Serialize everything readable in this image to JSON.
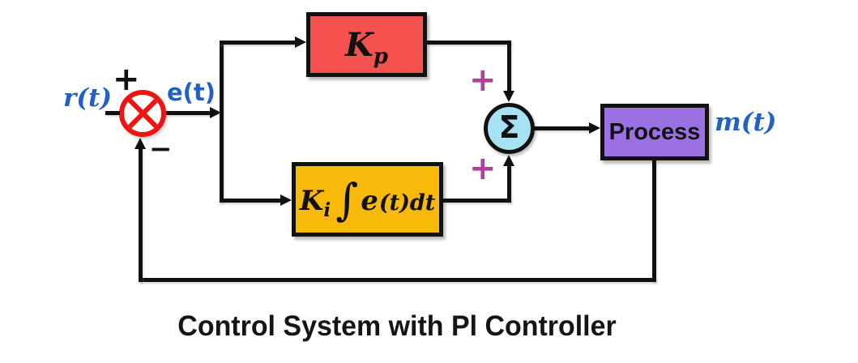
{
  "title": "Control System with Pl Controller",
  "signals": {
    "reference": "r(t)",
    "error": "e(t)",
    "output": "m(t)"
  },
  "junction": {
    "plus_sign": "+",
    "minus_sign": "−"
  },
  "summer": {
    "symbol": "Σ",
    "plus_top": "+",
    "plus_bottom": "+"
  },
  "blocks": {
    "proportional": {
      "gain": "K",
      "subscript": "p"
    },
    "integral": {
      "gain": "K",
      "subscript": "i",
      "integral_sign": "∫",
      "integrand": "e",
      "differential": "(t)dt"
    },
    "process": {
      "label": "Process"
    }
  },
  "colors": {
    "proportional_fill": "#f4514f",
    "integral_fill": "#f8b90b",
    "process_fill": "#9b70e2",
    "summer_fill": "#a6e2f2",
    "junction_stroke": "#ee1410",
    "signal_label_blue": "#2061c2",
    "plus_magenta": "#b13fa1",
    "line_black": "#111111"
  }
}
